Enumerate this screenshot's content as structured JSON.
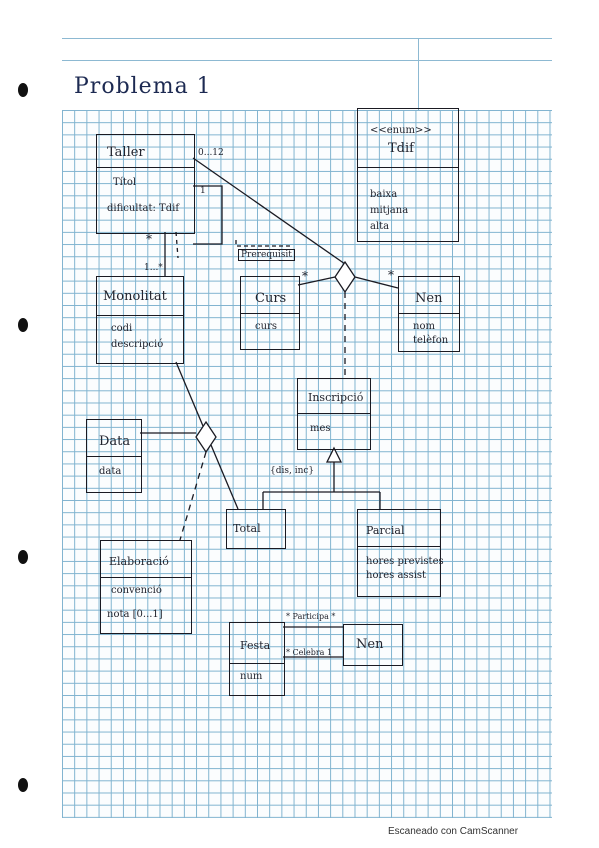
{
  "title": "Problema 1",
  "footer": "Escaneado con CamScanner",
  "classes": {
    "taller": {
      "name": "Taller",
      "attrs": [
        "Títol",
        "dificultat: Tdif"
      ]
    },
    "tdif": {
      "stereotype": "<<enum>>",
      "name": "Tdif",
      "values": [
        "baixa",
        "mitjana",
        "alta"
      ]
    },
    "monolitat": {
      "name": "Monolitat",
      "attrs": [
        "codi",
        "descripció"
      ]
    },
    "curs": {
      "name": "Curs",
      "attrs": [
        "curs"
      ]
    },
    "nen": {
      "name": "Nen",
      "attrs": [
        "nom",
        "telèfon"
      ]
    },
    "inscripcio": {
      "name": "Inscripció",
      "attrs": [
        "mes"
      ]
    },
    "data": {
      "name": "Data",
      "attrs": [
        "data"
      ]
    },
    "total": {
      "name": "Total"
    },
    "parcial": {
      "name": "Parcial",
      "attrs": [
        "hores previstes",
        "hores assist"
      ]
    },
    "elaboracio": {
      "name": "Elaboració",
      "attrs": [
        "convenció",
        "nota [0...1]"
      ]
    },
    "festa": {
      "name": "Festa",
      "attrs": [
        "num"
      ]
    },
    "nen2": {
      "name": "Nen"
    }
  },
  "labels": {
    "taller_mult": "0...12",
    "self_mult": "1",
    "star1": "*",
    "taller_monolitat": "1...*",
    "prerequisit": "Prerequisit",
    "curs_star": "*",
    "nen_star": "*",
    "disjoint": "{dis, inc}",
    "participa": "* Participa *",
    "celebra": "* Celebra 1"
  }
}
